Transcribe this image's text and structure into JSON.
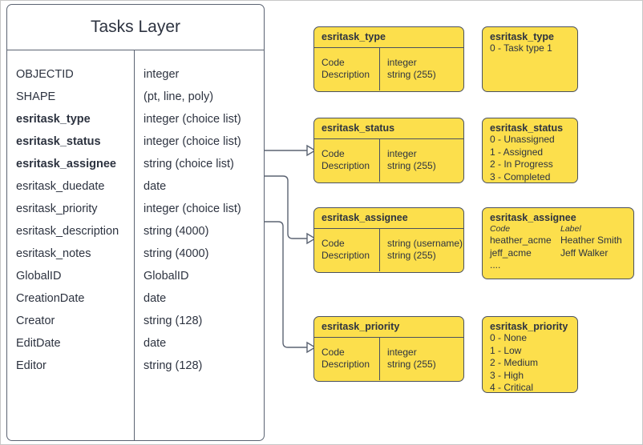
{
  "layer": {
    "title": "Tasks Layer",
    "fields": [
      {
        "name": "OBJECTID",
        "type": "integer",
        "bold": false
      },
      {
        "name": "SHAPE",
        "type": "(pt, line, poly)",
        "bold": false
      },
      {
        "name": "esritask_type",
        "type": "integer (choice list)",
        "bold": true
      },
      {
        "name": "esritask_status",
        "type": "integer (choice list)",
        "bold": true
      },
      {
        "name": "esritask_assignee",
        "type": "string (choice list)",
        "bold": true
      },
      {
        "name": "esritask_duedate",
        "type": "date",
        "bold": false
      },
      {
        "name": "esritask_priority",
        "type": "integer (choice list)",
        "bold": false
      },
      {
        "name": "esritask_description",
        "type": "string (4000)",
        "bold": false
      },
      {
        "name": "esritask_notes",
        "type": "string (4000)",
        "bold": false
      },
      {
        "name": "GlobalID",
        "type": "GlobalID",
        "bold": false
      },
      {
        "name": "CreationDate",
        "type": "date",
        "bold": false
      },
      {
        "name": "Creator",
        "type": "string (128)",
        "bold": false
      },
      {
        "name": "EditDate",
        "type": "date",
        "bold": false
      },
      {
        "name": "Editor",
        "type": "string (128)",
        "bold": false
      }
    ]
  },
  "schemas": {
    "type": {
      "title": "esritask_type",
      "col_a": [
        "Code",
        "Description"
      ],
      "col_b": [
        "integer",
        "string (255)"
      ]
    },
    "status": {
      "title": "esritask_status",
      "col_a": [
        "Code",
        "Description"
      ],
      "col_b": [
        "integer",
        "string (255)"
      ]
    },
    "assignee": {
      "title": "esritask_assignee",
      "col_a": [
        "Code",
        "Description"
      ],
      "col_b": [
        "string  (username)",
        "string (255)"
      ]
    },
    "priority": {
      "title": "esritask_priority",
      "col_a": [
        "Code",
        "Description"
      ],
      "col_b": [
        "integer",
        "string (255)"
      ]
    }
  },
  "values": {
    "type": {
      "title": "esritask_type",
      "lines": [
        "0 - Task type 1"
      ]
    },
    "status": {
      "title": "esritask_status",
      "lines": [
        "0 - Unassigned",
        "1 - Assigned",
        "2 - In Progress",
        "3 - Completed"
      ]
    },
    "assignee": {
      "title": "esritask_assignee",
      "header": {
        "code": "Code",
        "label": "Label"
      },
      "rows": [
        {
          "code": "heather_acme",
          "label": "Heather Smith"
        },
        {
          "code": "jeff_acme",
          "label": "Jeff Walker"
        }
      ],
      "ellipsis": "...."
    },
    "priority": {
      "title": "esritask_priority",
      "lines": [
        "0 - None",
        "1 - Low",
        "2 - Medium",
        "3 - High",
        "4 - Critical"
      ]
    }
  },
  "colors": {
    "box_fill": "#fcdf4c",
    "box_stroke": "#4a5160",
    "table_stroke": "#5b6372",
    "text": "#2d3340"
  }
}
